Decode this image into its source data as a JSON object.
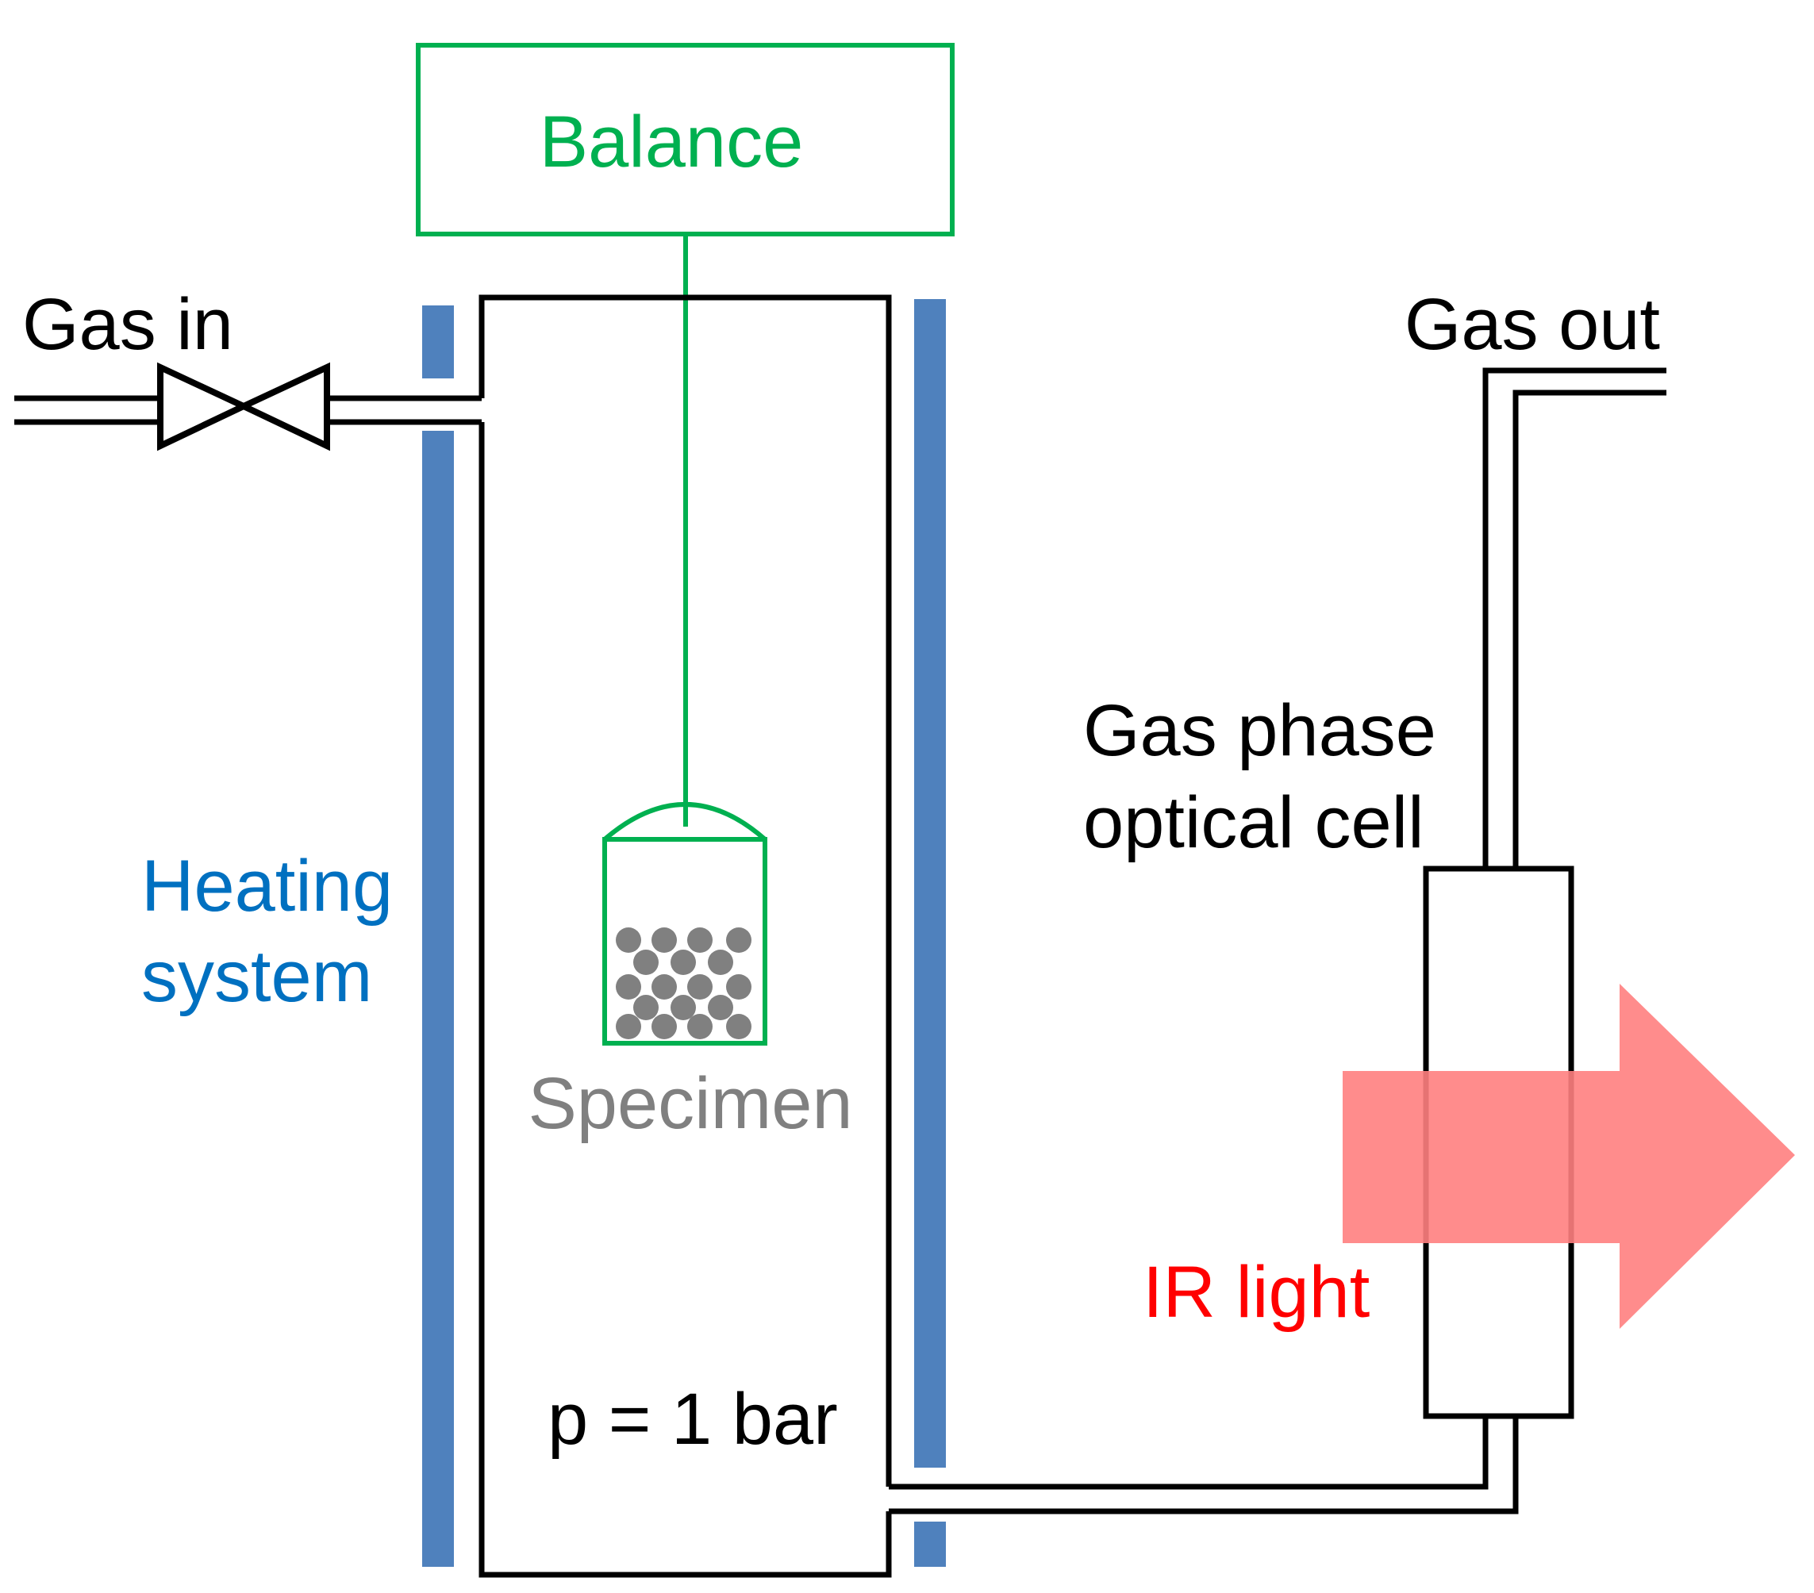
{
  "labels": {
    "balance": "Balance",
    "gas_in": "Gas in",
    "gas_out": "Gas out",
    "heating_line1": "Heating",
    "heating_line2": "system",
    "specimen": "Specimen",
    "optical_line1": "Gas phase",
    "optical_line2": "optical cell",
    "ir_light": "IR light",
    "pressure": "p = 1 bar"
  },
  "colors": {
    "balance": "#00b050",
    "heater": "#4f81bd",
    "heating_text": "#0070c0",
    "specimen_text": "#808080",
    "particles": "#808080",
    "ir_arrow": "#ff7f7f",
    "ir_text": "#ff0000",
    "lines": "#000000"
  }
}
